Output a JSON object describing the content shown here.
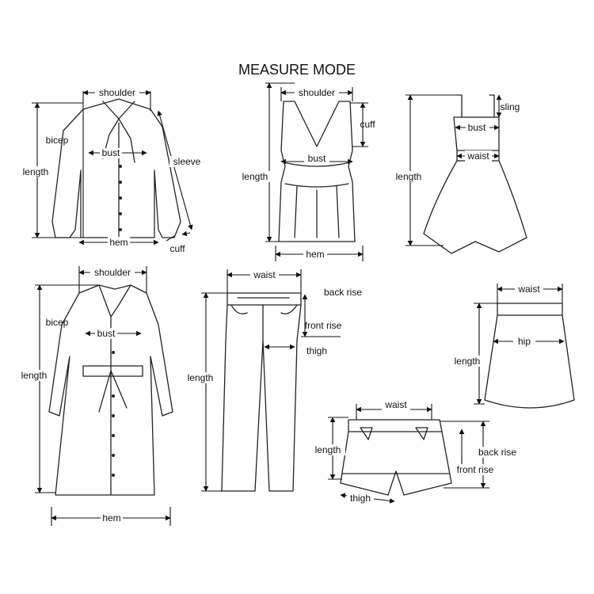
{
  "title": "MEASURE MODE",
  "garments": {
    "shirt": {
      "shoulder": "shoulder",
      "bicep": "bicep",
      "bust": "bust",
      "length": "length",
      "sleeve": "sleeve",
      "hem": "hem",
      "cuff": "cuff"
    },
    "vest": {
      "shoulder": "shoulder",
      "cuff": "cuff",
      "bust": "bust",
      "length": "length",
      "hem": "hem"
    },
    "dress": {
      "sling": "sling",
      "bust": "bust",
      "waist": "waist",
      "length": "length"
    },
    "coat": {
      "shoulder": "shoulder",
      "bicep": "bicep",
      "bust": "bust",
      "length": "length",
      "hem": "hem"
    },
    "pants": {
      "waist": "waist",
      "back_rise": "back rise",
      "front_rise": "front rise",
      "thigh": "thigh",
      "length": "length"
    },
    "skirt": {
      "waist": "waist",
      "hip": "hip",
      "length": "length"
    },
    "shorts": {
      "waist": "waist",
      "length": "length",
      "back_rise": "back rise",
      "front_rise": "front rise",
      "thigh": "thigh"
    }
  }
}
